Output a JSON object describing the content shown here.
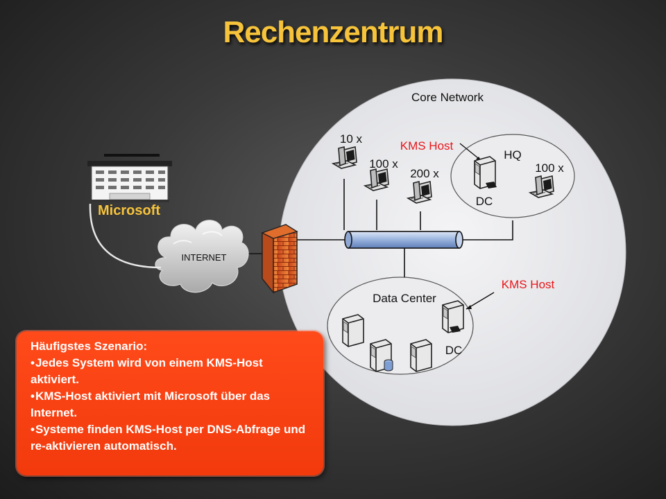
{
  "title": "Rechenzentrum",
  "core_network": {
    "label": "Core Network",
    "hq": {
      "label": "HQ",
      "kms_host_label": "KMS Host",
      "dc_label": "DC",
      "count_label": "100 x"
    },
    "clients": [
      {
        "count_label": "10 x"
      },
      {
        "count_label": "100 x"
      },
      {
        "count_label": "200 x"
      }
    ],
    "data_center": {
      "label": "Data Center",
      "kms_host_label": "KMS Host",
      "dc_label": "DC"
    }
  },
  "microsoft": {
    "label": "Microsoft"
  },
  "internet": {
    "label": "INTERNET"
  },
  "callout": {
    "heading": "Häufigstes Szenario:",
    "bullet_char": "•",
    "items": [
      "Jedes System wird von einem KMS-Host aktiviert.",
      "KMS-Host aktiviert mit Microsoft über das Internet.",
      "Systeme finden KMS-Host per DNS-Abfrage und re-aktivieren automatisch."
    ]
  },
  "colors": {
    "title": "#f6c33b",
    "kms_label": "#e8161a",
    "microsoft_label": "#f6c33b",
    "callout_bg": "#f23a0c",
    "core_circle": "#e9e9ec"
  }
}
